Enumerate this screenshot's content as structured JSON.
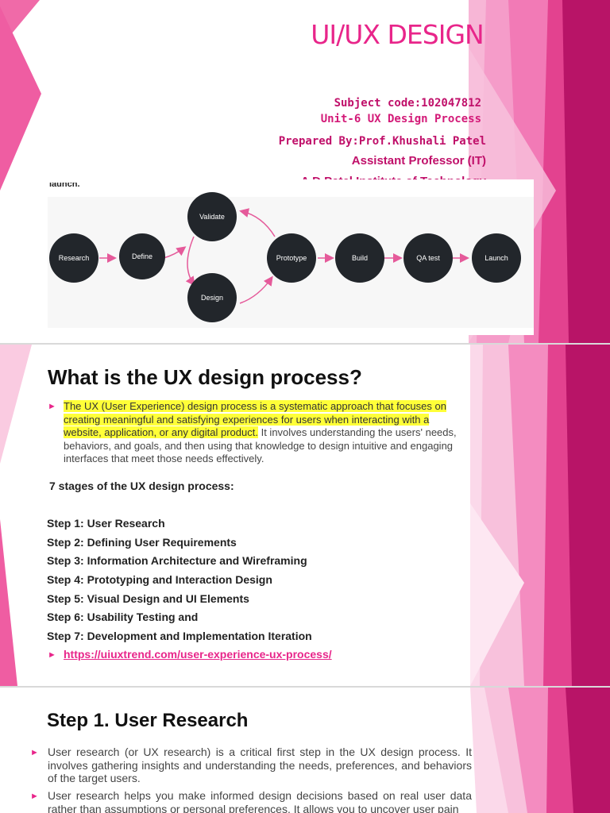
{
  "slide1": {
    "title": "UI/UX DESIGN",
    "subject_code": "Subject code:102047812",
    "unit": "Unit-6 UX Design Process",
    "prepared_by": "Prepared By:Prof.Khushali Patel",
    "role": "Assistant Professor (IT)",
    "institute": "A D Patel Institute of Technology",
    "photo_caption": "launch.",
    "diagram_nodes": [
      "Research",
      "Define",
      "Validate",
      "Design",
      "Prototype",
      "Build",
      "QA test",
      "Launch"
    ]
  },
  "slide2": {
    "title": "What is the UX design process?",
    "para_highlight": "The UX (User Experience) design process is a systematic approach that focuses on creating meaningful and satisfying experiences for users when interacting with a website, application, or any digital product.",
    "para_rest": " It involves understanding the users' needs, behaviors, and goals, and then using that knowledge to design intuitive and engaging interfaces that meet those needs effectively.",
    "stages_heading": "7 stages of the UX design process:",
    "steps": [
      "Step 1: User Research",
      "Step 2: Defining User Requirements",
      "Step 3: Information Architecture and Wireframing",
      "Step 4: Prototyping and Interaction Design",
      "Step 5: Visual Design and UI Elements",
      "Step 6: Usability Testing and",
      "Step 7: Development and Implementation Iteration"
    ],
    "link": "https://uiuxtrend.com/user-experience-ux-process/"
  },
  "slide3": {
    "title": "Step 1. User Research",
    "para1": "User research (or UX research) is a critical first step in the UX design process. It involves gathering insights and understanding the needs, preferences, and behaviors of the target users.",
    "para2": "User research helps you make informed design decisions based on real user data rather than assumptions or personal preferences. It allows you to uncover user pain"
  },
  "colors": {
    "accent": "#e8258a",
    "accent_dark": "#c0106a",
    "highlight": "#ffff38",
    "node": "#22262b"
  }
}
